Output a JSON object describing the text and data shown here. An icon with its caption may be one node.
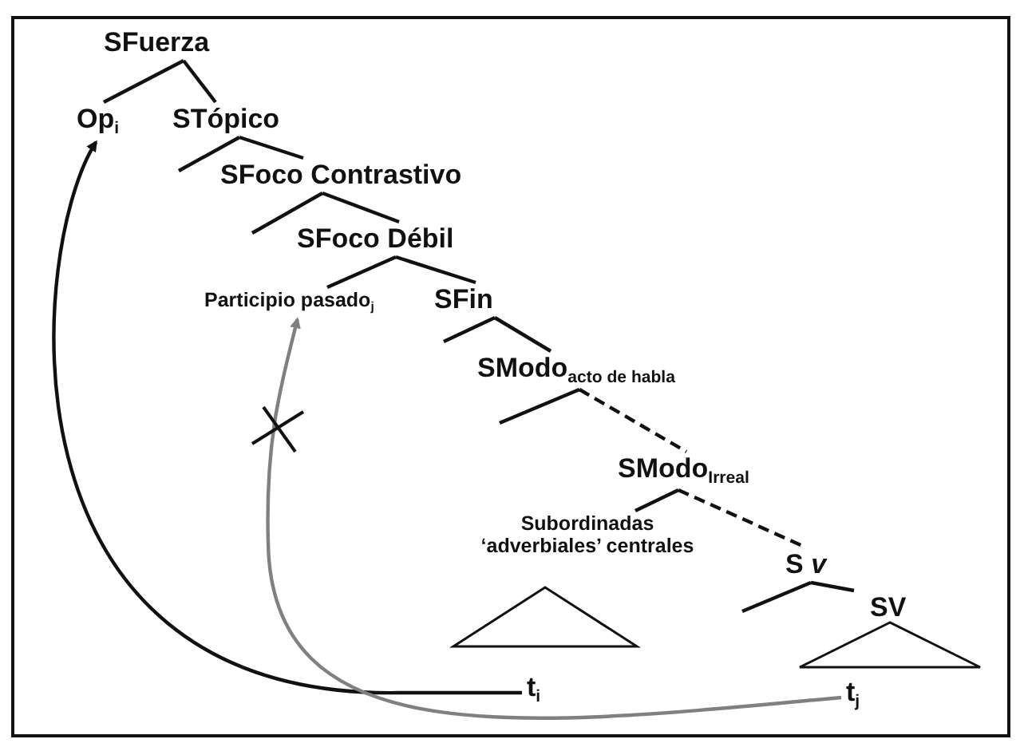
{
  "diagram": {
    "nodes": [
      {
        "text": [
          "SFuerza"
        ]
      },
      {
        "text": [
          "Op$_{i}$"
        ]
      },
      {
        "text": [
          "STópico"
        ]
      },
      {
        "text": [
          "SFoco Contrastivo"
        ]
      },
      {
        "text": [
          "SFoco Débil"
        ]
      },
      {
        "text": [
          "Participio pasado$_{j}$"
        ]
      },
      {
        "text": [
          "SFin"
        ]
      },
      {
        "text": [
          "SModo$_{acto de habla}$"
        ]
      },
      {
        "text": [
          "SModo$_{Irreal}$"
        ]
      },
      {
        "text": [
          "Subordinadas ‘adverbiales’ centrales"
        ]
      },
      {
        "text": [],
        "shape": "triangle"
      },
      {
        "text": [
          "S *v*"
        ]
      },
      {
        "text": [
          "SV"
        ]
      },
      {
        "text": [],
        "shape": "triangle"
      },
      {
        "text": [
          "t$_{i}$"
        ]
      },
      {
        "text": [
          "t$_{j}$"
        ]
      }
    ],
    "edges": [
      {
        "from": 0,
        "to": 1,
        "arrow": "none"
      },
      {
        "from": 0,
        "to": 2,
        "arrow": "none"
      },
      {
        "from": 2,
        "to": null,
        "arrow": "none"
      },
      {
        "from": 2,
        "to": 3,
        "arrow": "none"
      },
      {
        "from": 3,
        "to": null,
        "arrow": "none"
      },
      {
        "from": 3,
        "to": 4,
        "arrow": "none"
      },
      {
        "from": 4,
        "to": 5,
        "arrow": "none"
      },
      {
        "from": 4,
        "to": 6,
        "arrow": "none"
      },
      {
        "from": 6,
        "to": null,
        "arrow": "none"
      },
      {
        "from": 6,
        "to": 7,
        "arrow": "none"
      },
      {
        "from": 7,
        "to": null,
        "arrow": "none"
      },
      {
        "from": 7,
        "to": 8,
        "arrow": "none",
        "style": "dashed"
      },
      {
        "from": 8,
        "to": 9,
        "arrow": "none"
      },
      {
        "from": 8,
        "to": 11,
        "arrow": "none",
        "style": "dashed"
      },
      {
        "from": 11,
        "to": null,
        "arrow": "none"
      },
      {
        "from": 11,
        "to": 12,
        "arrow": "none"
      },
      {
        "from": 14,
        "to": 1,
        "arrow": "to"
      },
      {
        "from": 15,
        "to": 5,
        "arrow": "to",
        "color": "#808080"
      }
    ]
  }
}
